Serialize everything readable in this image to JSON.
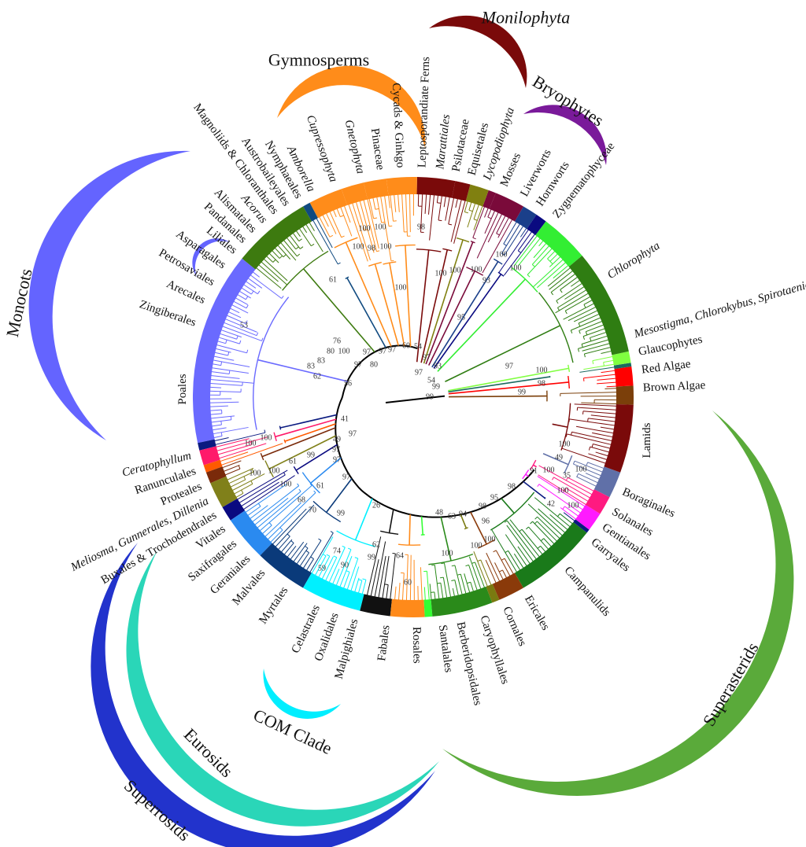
{
  "clades": [
    {
      "label": "Red Algae",
      "color": "#ff0000"
    },
    {
      "label": "Brown Algae",
      "color": "#7b3f0a"
    },
    {
      "label": "Lamids",
      "color": "#7a0a0a"
    },
    {
      "label": "Boraginales",
      "color": "#6070a8"
    },
    {
      "label": "Solanales",
      "color": "#ff1a80"
    },
    {
      "label": "Gentianales",
      "color": "#ff1aff"
    },
    {
      "label": "Garryales",
      "color": "#0a1a80"
    },
    {
      "label": "Campanulids",
      "color": "#1a7a1a"
    },
    {
      "label": "Ericales",
      "color": "#8a3a0a"
    },
    {
      "label": "Cornales",
      "color": "#7a7a10"
    },
    {
      "label": "Caryophyllales",
      "color": "#2a8a1a"
    },
    {
      "label": "Berberidopsidales",
      "color": "#2a8a1a"
    },
    {
      "label": "Santalales",
      "color": "#33ff33"
    },
    {
      "label": "Rosales",
      "color": "#ff8a1a"
    },
    {
      "label": "Fabales",
      "color": "#111111"
    },
    {
      "label": "Malpighiales",
      "color": "#00f0ff"
    },
    {
      "label": "Oxalidales",
      "color": "#00f0ff"
    },
    {
      "label": "Celastrales",
      "color": "#00f0ff"
    },
    {
      "label": "Myrtales",
      "color": "#0a3a7a"
    },
    {
      "label": "Malvales",
      "color": "#2a8af0"
    },
    {
      "label": "Geraniales",
      "color": "#2a8af0"
    },
    {
      "label": "Saxifragales",
      "color": "#0a0a80"
    },
    {
      "label": "Vitales",
      "color": "#80801a"
    },
    {
      "label": "Buxales & Trochodendrales",
      "color": "#7a2a0a"
    },
    {
      "label": "Meliosma, Gunnerales, Dillenia",
      "color": "#7a2a0a"
    },
    {
      "label": "Proteales",
      "color": "#ff5a00"
    },
    {
      "label": "Ranunculales",
      "color": "#ff1a6a"
    },
    {
      "label": "Ceratophyllum",
      "color": "#0a1a80"
    },
    {
      "label": "Poales",
      "color": "#6a6aff"
    },
    {
      "label": "Zingiberales",
      "color": "#6a6aff"
    },
    {
      "label": "Arecales",
      "color": "#6a6aff"
    },
    {
      "label": "Petrosaviales",
      "color": "#6a6aff"
    },
    {
      "label": "Asparagales",
      "color": "#6a6aff"
    },
    {
      "label": "Liliales",
      "color": "#6a6aff"
    },
    {
      "label": "Pandanales",
      "color": "#6a6aff"
    },
    {
      "label": "Alismatales",
      "color": "#6a6aff"
    },
    {
      "label": "Acorus",
      "color": "#6a6aff"
    },
    {
      "label": "Magnoliids & Chloranthales",
      "color": "#3d7a0f"
    },
    {
      "label": "Austrobaileyales",
      "color": "#3d7a0f"
    },
    {
      "label": "Nymphaeales",
      "color": "#3d7a0f"
    },
    {
      "label": "Amborella",
      "color": "#104a80"
    },
    {
      "label": "Cupressophyta",
      "color": "#ff8c1a"
    },
    {
      "label": "Gnetophyta",
      "color": "#ff8c1a"
    },
    {
      "label": "Pinaceae",
      "color": "#ff8c1a"
    },
    {
      "label": "Cycads & Ginkgo",
      "color": "#ff8c1a"
    },
    {
      "label": "Leptosporandiate Ferns",
      "color": "#7a0a0a"
    },
    {
      "label": "Marattiales",
      "color": "#7a0a0a"
    },
    {
      "label": "Psilotaceae",
      "color": "#808010"
    },
    {
      "label": "Equisetales",
      "color": "#808010"
    },
    {
      "label": "Lycopodiophyta",
      "color": "#7a0a3a"
    },
    {
      "label": "Mosses",
      "color": "#7a0a3a"
    },
    {
      "label": "Liverworts",
      "color": "#1a3f8a"
    },
    {
      "label": "Hornworts",
      "color": "#0a0a80"
    },
    {
      "label": "Zygnematophyceae",
      "color": "#33ee33"
    },
    {
      "label": "Chlorophyta",
      "color": "#2f7d12"
    },
    {
      "label": "Mesostigma, Chlorokybus, Spirotaenia",
      "color": "#80ff40"
    },
    {
      "label": "Glaucophytes",
      "color": "#1a6a60"
    }
  ],
  "groups": [
    {
      "label": "Monocots",
      "color": "#6464ff"
    },
    {
      "label": "Gymnosperms",
      "color": "#ff8c1a"
    },
    {
      "label": "Monilophyta",
      "color": "#7a0a0a"
    },
    {
      "label": "Bryophytes",
      "color": "#7a1a9a"
    },
    {
      "label": "Superasterids",
      "color": "#5aaa3a"
    },
    {
      "label": "Superrosids",
      "color": "#2233cc"
    },
    {
      "label": "Eurosids",
      "color": "#2ad6b8"
    },
    {
      "label": "COM Clade",
      "color": "#00eeff"
    }
  ],
  "bootstrap_values": [
    "100",
    "100",
    "98",
    "100",
    "98",
    "100",
    "61",
    "100",
    "53",
    "76",
    "80",
    "100",
    "83",
    "83",
    "62",
    "56",
    "97",
    "97",
    "80",
    "97",
    "97",
    "60",
    "54",
    "97",
    "93",
    "97",
    "54",
    "99",
    "99",
    "95",
    "100",
    "100",
    "100",
    "93",
    "100",
    "100",
    "97",
    "100",
    "98",
    "99",
    "41",
    "97",
    "49",
    "97",
    "97",
    "97",
    "26",
    "99",
    "61",
    "61",
    "99",
    "62",
    "64",
    "99",
    "60",
    "74",
    "90",
    "59",
    "100",
    "100",
    "100",
    "100",
    "100",
    "68",
    "70",
    "48",
    "63",
    "94",
    "98",
    "95",
    "98",
    "91",
    "96",
    "100",
    "100",
    "100",
    "100",
    "49",
    "100",
    "35",
    "100",
    "100",
    "100",
    "42"
  ]
}
